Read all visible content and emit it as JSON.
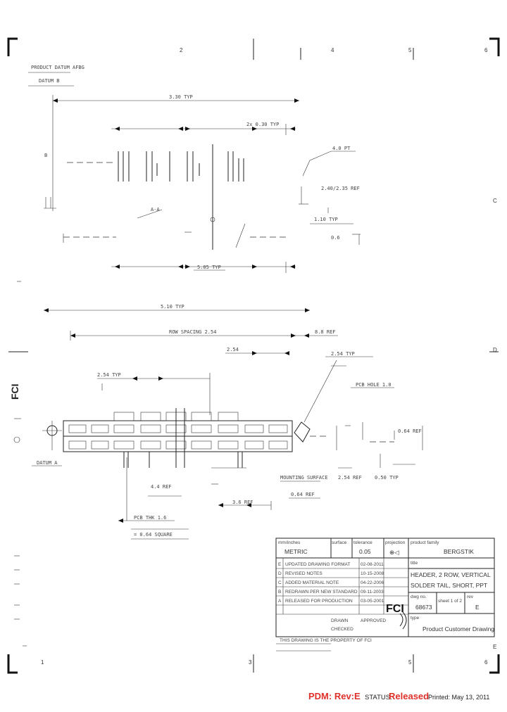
{
  "border": {
    "top_zones": [
      "2",
      "4",
      "5",
      "6"
    ],
    "bottom_zones": [
      "1",
      "3",
      "5",
      "6"
    ],
    "right_zones": [
      "C",
      "D",
      "E"
    ]
  },
  "view_top": {
    "header_label": "PRODUCT DATUM AFBG",
    "sub_label": "DATUM B",
    "dim_upper": "3.30 TYP",
    "dim_lower": "5.05 TYP",
    "dim_bottom": "5.10 TYP",
    "note_1": "2x 0.30 TYP",
    "note_2": "4.0 PT",
    "note_3": "2.40/2.35 REF",
    "note_4": "1.10 TYP",
    "note_5": "0.6",
    "section_label": "A-A"
  },
  "view_side": {
    "dim_top": "ROW SPACING 2.54",
    "dim_ref": "8.8 REF",
    "dim_right": "2.54 TYP",
    "dim_mid": "2.54",
    "dim_pitch": "2.54 TYP",
    "dim_lower_a": "4.4 REF",
    "dim_lower_b": "3.6 REF",
    "dim_lower_c": "2.54 REF",
    "dim_mount": "MOUNTING SURFACE",
    "dim_datum": "DATUM A",
    "dim_tail": "PCB HOLE 1.0",
    "dim_tail_b": "0.64 REF",
    "dim_tail_c": "0.64 REF",
    "dim_tol": "0.50 TYP"
  },
  "logo_side": "FCI",
  "title_block": {
    "headers": {
      "unit": "mm/inches",
      "surface": "surface",
      "tolerance": "tolerance",
      "projection": "projection",
      "product_family": "product family"
    },
    "unit_value": "METRIC",
    "tolerance_value": "0.05",
    "projection_value": "⊕◁",
    "family_value": "BERGSTIK",
    "title_label": "title",
    "title_line1": "HEADER, 2 ROW, VERTICAL",
    "title_line2": "SOLDER TAIL, SHORT, PPT",
    "drawing_label": "dwg no.",
    "drawing_number": "68673",
    "sheet_label": "sheet 1 of 2",
    "rev_label": "rev",
    "rev_value": "E",
    "type_label": "type",
    "type_value": "Product Customer Drawing",
    "revisions": [
      {
        "rev": "E",
        "desc": "UPDATED DRAWING FORMAT",
        "date": "02-08-2011"
      },
      {
        "rev": "D",
        "desc": "REVISED NOTES",
        "date": "10-15-2008"
      },
      {
        "rev": "C",
        "desc": "ADDED MATERIAL NOTE",
        "date": "04-22-2006"
      },
      {
        "rev": "B",
        "desc": "REDRAWN PER NEW STANDARD",
        "date": "09-11-2003"
      },
      {
        "rev": "A",
        "desc": "RELEASED FOR PRODUCTION",
        "date": "03-05-2001"
      }
    ],
    "drawn_by": "DRAWN",
    "checked_by": "CHECKED",
    "approved_by": "APPROVED",
    "logo": "FCI",
    "footer_note": "THIS DRAWING IS THE PROPERTY OF FCI"
  },
  "footer": {
    "pdm": "PDM: Rev:E",
    "status_label": "STATUS:",
    "status_value": "Released",
    "printed": "Printed: May 13, 2011"
  }
}
